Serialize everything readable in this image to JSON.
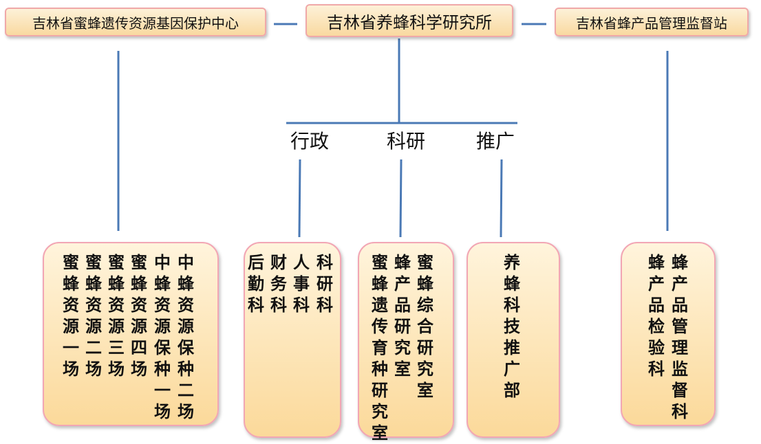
{
  "top": {
    "left": "吉林省蜜蜂遗传资源基因保护中心",
    "center": "吉林省养蜂科学研究所",
    "right": "吉林省蜂产品管理监督站"
  },
  "categories": {
    "admin": "行政",
    "research": "科研",
    "promotion": "推广"
  },
  "units": {
    "resource_farms": [
      "中蜂资源保种二场",
      "中蜂资源保种一场",
      "蜜蜂资源四场",
      "蜜蜂资源三场",
      "蜜蜂资源二场",
      "蜜蜂资源一场"
    ],
    "admin": [
      "科研科",
      "人事科",
      "财务科",
      "后勤科"
    ],
    "research": [
      "蜜蜂综合研究室",
      "蜂产品研究室",
      "蜜蜂遗传育种研究室"
    ],
    "promotion": [
      "养蜂科技推广部"
    ],
    "supervision": [
      "蜂产品管理监督科",
      "蜂产品检验科"
    ]
  }
}
